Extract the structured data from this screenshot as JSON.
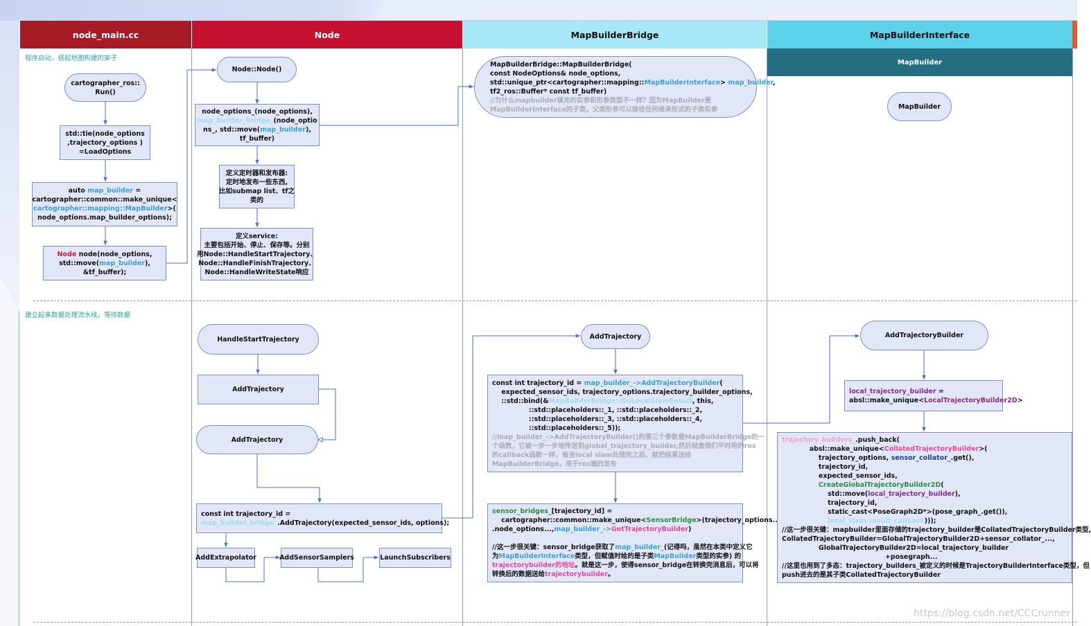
{
  "colors": {
    "lane_node_main": "#a61b26",
    "lane_node": "#c5102f",
    "lane_bridge": "#a6e8f8",
    "lane_interface": "#5bd2ea",
    "subheader": "#256e82",
    "box_fill": "#e1e7f7",
    "box_border": "#7a8fc7",
    "connector": "#4472c4",
    "separator": "#a8809a",
    "phase_text": "#2aa1a5"
  },
  "lanes": [
    {
      "label": "node_main.cc"
    },
    {
      "label": "Node"
    },
    {
      "label": "MapBuilderBridge"
    },
    {
      "label": "MapBuilderInterface"
    }
  ],
  "subheader": {
    "label": "MapBuilder"
  },
  "phases": [
    {
      "label": "程序启动，搭起地图构建的架子"
    },
    {
      "label": "建立起来数据处理流水线，等待数据"
    }
  ],
  "boxes": {
    "run": [
      [
        {
          "t": "cartographer_ros::"
        }
      ],
      [
        {
          "t": "Run()"
        }
      ]
    ],
    "tie": [
      [
        {
          "t": "std::tie(node_options"
        }
      ],
      [
        {
          "t": ",trajectory_options )"
        }
      ],
      [
        {
          "t": "=LoadOptions"
        }
      ]
    ],
    "auto_map_builder": [
      [
        {
          "t": "auto "
        },
        {
          "t": "map_builder",
          "c": "k-blue"
        },
        {
          "t": " ="
        }
      ],
      [
        {
          "t": "cartographer::common::make_unique<"
        }
      ],
      [
        {
          "t": "cartographer::mapping::MapBuilder",
          "c": "k-blue"
        },
        {
          "t": ">("
        }
      ],
      [
        {
          "t": "node_options.map_builder_options);"
        }
      ]
    ],
    "node_node": [
      [
        {
          "t": "Node",
          "c": "k-red"
        },
        {
          "t": " node(node_options,"
        }
      ],
      [
        {
          "t": "std::move("
        },
        {
          "t": "map_builder",
          "c": "k-blue"
        },
        {
          "t": "),"
        }
      ],
      [
        {
          "t": "&tf_buffer);"
        }
      ]
    ],
    "node_ctor": [
      [
        {
          "t": "Node::Node()"
        }
      ]
    ],
    "node_options": [
      [
        {
          "t": "node_options_(node_options),"
        }
      ],
      [
        {
          "t": "map_builder_bridge_",
          "c": "k-light"
        },
        {
          "t": "(node_optio"
        }
      ],
      [
        {
          "t": "ns_, std::move("
        },
        {
          "t": "map_builder",
          "c": "k-blue"
        },
        {
          "t": "),"
        }
      ],
      [
        {
          "t": "tf_buffer)"
        }
      ]
    ],
    "timers": [
      [
        {
          "t": "定义定时器和发布器:"
        }
      ],
      [
        {
          "t": "定时地发布一些东西,"
        }
      ],
      [
        {
          "t": "比如submap list、tf之"
        }
      ],
      [
        {
          "t": "类的"
        }
      ]
    ],
    "services": [
      [
        {
          "t": "定义service:"
        }
      ],
      [
        {
          "t": "主要包括开始、停止、保存等。分别"
        }
      ],
      [
        {
          "t": "用Node::HandleStartTrajectory、"
        }
      ],
      [
        {
          "t": "Node::HandleFinishTrajectory、"
        }
      ],
      [
        {
          "t": "Node::HandleWriteState响应"
        }
      ]
    ],
    "bridge_ctor": [
      [
        {
          "t": "MapBuilderBridge::MapBuilderBridge("
        }
      ],
      [
        {
          "t": "const NodeOptions& node_options,"
        }
      ],
      [
        {
          "t": "std::unique_ptr<cartographer::mapping::"
        },
        {
          "t": "MapBuilderInterface",
          "c": "k-blue"
        },
        {
          "t": "> "
        },
        {
          "t": "map_builder",
          "c": "k-blue"
        },
        {
          "t": ","
        }
      ],
      [
        {
          "t": "tf2_ros::Buffer* const tf_buffer)"
        }
      ],
      [
        {
          "t": "//为什么mapbuilder填充的实参和形参类型不一样？因为MapBuilder是",
          "c": "k-gray"
        }
      ],
      [
        {
          "t": "MapBuilderInterface的子类，父类形参可以接收任何继承形式的子类实参",
          "c": "k-gray"
        }
      ]
    ],
    "map_builder": [
      [
        {
          "t": "MapBuilder"
        }
      ]
    ],
    "handle_start": [
      [
        {
          "t": "HandleStartTrajectory"
        }
      ]
    ],
    "add_traj_a": [
      [
        {
          "t": "AddTrajectory"
        }
      ]
    ],
    "add_traj_b": [
      [
        {
          "t": "AddTrajectory"
        }
      ]
    ],
    "const_traj_node": [
      [
        {
          "t": "const int trajectory_id ="
        }
      ],
      [
        {
          "t": "map_builder_bridge_",
          "c": "k-light"
        },
        {
          "t": ".AddTrajectory(expected_sensor_ids, options);"
        }
      ]
    ],
    "add_extrapolator": [
      [
        {
          "t": "AddExtrapolator"
        }
      ]
    ],
    "add_sensor_samplers": [
      [
        {
          "t": "AddSensorSamplers"
        }
      ]
    ],
    "launch_subscribers": [
      [
        {
          "t": "LaunchSubscribers"
        }
      ]
    ],
    "bridge_add_traj": [
      [
        {
          "t": "AddTrajectory"
        }
      ]
    ],
    "bridge_code": [
      [
        {
          "t": "const int trajectory_id = "
        },
        {
          "t": "map_builder_->AddTrajectoryBuilder",
          "c": "k-blue"
        },
        {
          "t": "("
        }
      ],
      [
        {
          "t": "    expected_sensor_ids, trajectory_options.trajectory_builder_options,"
        }
      ],
      [
        {
          "t": "    ::std::bind(&"
        },
        {
          "t": "MapBuilderBridge::OnLocalSlamResult",
          "c": "k-light"
        },
        {
          "t": ", this,"
        }
      ],
      [
        {
          "t": "                ::std::placeholders::_1, ::std::placeholders::_2,"
        }
      ],
      [
        {
          "t": "                ::std::placeholders::_3, ::std::placeholders::_4,"
        }
      ],
      [
        {
          "t": "                ::std::placeholders::_5));"
        }
      ],
      [
        {
          "t": "//map_builder_->AddTrajectoryBuilder()的第三个参数是MapBuilderBridge的一",
          "c": "k-gray"
        }
      ],
      [
        {
          "t": "个函数，它被一步一步地传送到global_trajectory_builder,然后就像我们平时用的ros",
          "c": "k-gray"
        }
      ],
      [
        {
          "t": "的callback函数一样，每当local slam处理完之后，就把结果送给",
          "c": "k-gray"
        }
      ],
      [
        {
          "t": "MapBuilderBridge，用于ros端的发布",
          "c": "k-gray"
        }
      ]
    ],
    "sensor_bridges": [
      [
        {
          "t": "sensor_bridges_",
          "c": "k-green"
        },
        {
          "t": "[trajectory_id] ="
        }
      ],
      [
        {
          "t": "    cartographer::common::make_unique<"
        },
        {
          "t": "SensorBridge",
          "c": "k-green"
        },
        {
          "t": ">(trajectory_options.."
        }
      ],
      [
        {
          "t": ".node_options...,"
        },
        {
          "t": "map_builder_->",
          "c": "k-blue"
        },
        {
          "t": "GetTrajectoryBuilder",
          "c": "k-pink"
        },
        {
          "t": ")"
        }
      ],
      [
        {
          "t": " "
        }
      ],
      [
        {
          "t": "//这一步很关键：sensor_bridge获取了"
        },
        {
          "t": "map_builder_",
          "c": "k-blue"
        },
        {
          "t": "(记得吗，虽然在本类中定义它"
        }
      ],
      [
        {
          "t": "为"
        },
        {
          "t": "MapBuilderInterface",
          "c": "k-blue"
        },
        {
          "t": "类型，但赋值时给的是子类"
        },
        {
          "t": "MapBuilder",
          "c": "k-blue"
        },
        {
          "t": "类型的实参) 的"
        }
      ],
      [
        {
          "t": "trajectorybuilder的地址",
          "c": "k-pink"
        },
        {
          "t": "。就是这一步，使得sensor_bridge在转换完消息后，可以将"
        }
      ],
      [
        {
          "t": "转换后的数据送给"
        },
        {
          "t": "trajectorybuilder",
          "c": "k-pink"
        },
        {
          "t": "。"
        }
      ]
    ],
    "add_traj_builder": [
      [
        {
          "t": "AddTrajectoryBuilder"
        }
      ]
    ],
    "local_traj": [
      [
        {
          "t": "local_trajectory_builder",
          "c": "k-purple"
        },
        {
          "t": " ="
        }
      ],
      [
        {
          "t": "absl::make_unique<"
        },
        {
          "t": "LocalTrajectoryBuilder2D",
          "c": "k-purple"
        },
        {
          "t": ">"
        }
      ]
    ],
    "traj_builders": [
      [
        {
          "t": "trajectory_builders_",
          "c": "k-lpink"
        },
        {
          "t": ".push_back("
        }
      ],
      [
        {
          "t": "            absl::make_unique<"
        },
        {
          "t": "CollatedTrajectoryBuilder",
          "c": "k-pink"
        },
        {
          "t": ">("
        }
      ],
      [
        {
          "t": "                trajectory_options, "
        },
        {
          "t": "sensor_collator_",
          "c": "k-navy"
        },
        {
          "t": ".get(),"
        }
      ],
      [
        {
          "t": "                trajectory_id,"
        }
      ],
      [
        {
          "t": "                expected_sensor_ids,"
        }
      ],
      [
        {
          "t": "                "
        },
        {
          "t": "CreateGlobalTrajectoryBuilder2D",
          "c": "k-green"
        },
        {
          "t": "("
        }
      ],
      [
        {
          "t": "                    std::move("
        },
        {
          "t": "local_trajectory_builder",
          "c": "k-purple"
        },
        {
          "t": "),"
        }
      ],
      [
        {
          "t": "                    trajectory_id,"
        }
      ],
      [
        {
          "t": "                    static_cast<PoseGraph2D*>(pose_graph_.get()),"
        }
      ],
      [
        {
          "t": "                    "
        },
        {
          "t": "local_slam_result_callback",
          "c": "k-light"
        },
        {
          "t": ")));"
        }
      ],
      [
        {
          "t": "//这一步很关键：mapbuilder里面存储的trajectory_builder是CollatedTrajectoryBuilder类型,"
        }
      ],
      [
        {
          "t": "CollatedTrajectoryBuilder=GlobalTrajectoryBuilder2D+sensor_collator_...,"
        }
      ],
      [
        {
          "t": "                GlobalTrajectoryBuilder2D=local_trajectory_builder"
        }
      ],
      [
        {
          "t": "                                             +posegraph..."
        }
      ],
      [
        {
          "t": "//这里也用到了多态：trajectory_builders_被定义的时候是TrajectoryBuilderInterface类型，但"
        }
      ],
      [
        {
          "t": "push进去的是其子类CollatedTrajectoryBuilder"
        }
      ]
    ]
  },
  "watermark": "https://blog.csdn.net/CCCrunner"
}
